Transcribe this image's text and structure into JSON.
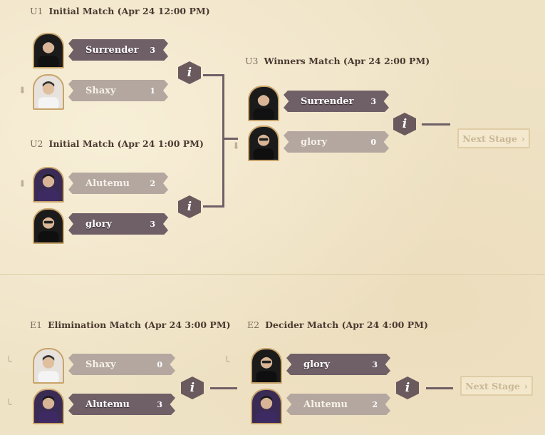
{
  "upper": {
    "u1": {
      "code": "U1",
      "title": "Initial Match (Apr 24 12:00 PM)",
      "p1": {
        "name": "Surrender",
        "score": "3"
      },
      "p2": {
        "name": "Shaxy",
        "score": "1"
      }
    },
    "u2": {
      "code": "U2",
      "title": "Initial Match (Apr 24 1:00 PM)",
      "p1": {
        "name": "Alutemu",
        "score": "2"
      },
      "p2": {
        "name": "glory",
        "score": "3"
      }
    },
    "u3": {
      "code": "U3",
      "title": "Winners Match (Apr 24 2:00 PM)",
      "p1": {
        "name": "Surrender",
        "score": "3"
      },
      "p2": {
        "name": "glory",
        "score": "0"
      }
    },
    "next_stage": "Next Stage"
  },
  "lower": {
    "e1": {
      "code": "E1",
      "title": "Elimination Match (Apr 24 3:00 PM)",
      "p1": {
        "name": "Shaxy",
        "score": "0"
      },
      "p2": {
        "name": "Alutemu",
        "score": "3"
      }
    },
    "e2": {
      "code": "E2",
      "title": "Decider Match (Apr 24 4:00 PM)",
      "p1": {
        "name": "glory",
        "score": "3"
      },
      "p2": {
        "name": "Alutemu",
        "score": "2"
      }
    },
    "next_stage": "Next Stage"
  },
  "icons": {
    "info": "info-icon",
    "next_arrow": "chevron-right-icon",
    "down_arrow": "arrow-down-icon"
  },
  "colors": {
    "background": "#efe3c6",
    "winner_banner": "#6f5f66",
    "loser_banner": "#b3a7a0",
    "avatar_border": "#c8a46a"
  }
}
